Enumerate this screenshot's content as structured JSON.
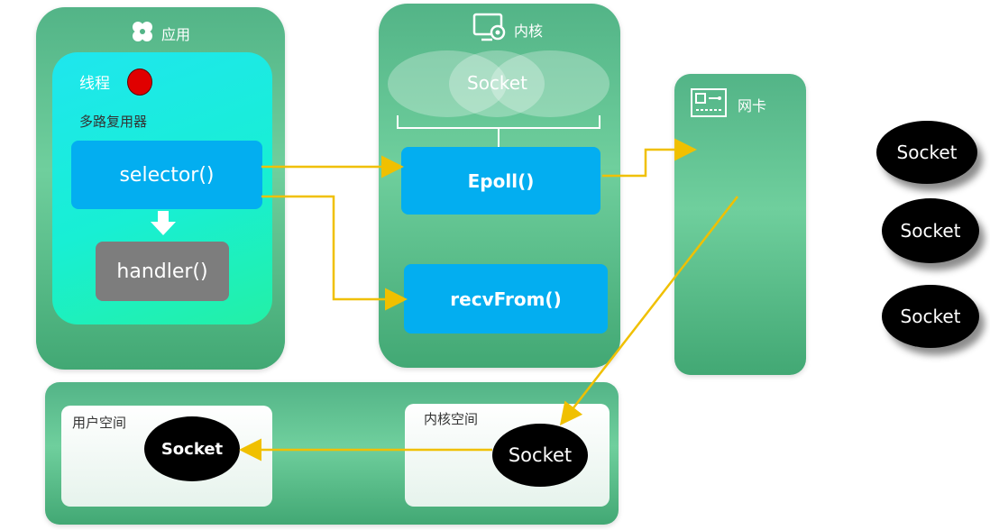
{
  "app_panel": {
    "title": "应用",
    "thread_label": "线程",
    "multiplexer_label": "多路复用器",
    "selector_label": "selector()",
    "handler_label": "handler()"
  },
  "kernel_panel": {
    "title": "内核",
    "socket_label": "Socket",
    "epoll_label": "Epoll()",
    "recv_label": "recvFrom()"
  },
  "nic_panel": {
    "title": "网卡"
  },
  "bottom": {
    "user_space_label": "用户空间",
    "kernel_space_label": "内核空间",
    "user_socket_label": "Socket",
    "kernel_socket_label": "Socket"
  },
  "right_sockets": [
    "Socket",
    "Socket",
    "Socket"
  ],
  "colors": {
    "panel_green": "#53b487",
    "button_blue": "#03aef0",
    "arrow_yellow": "#f0c000",
    "thread_red": "#e00000"
  }
}
